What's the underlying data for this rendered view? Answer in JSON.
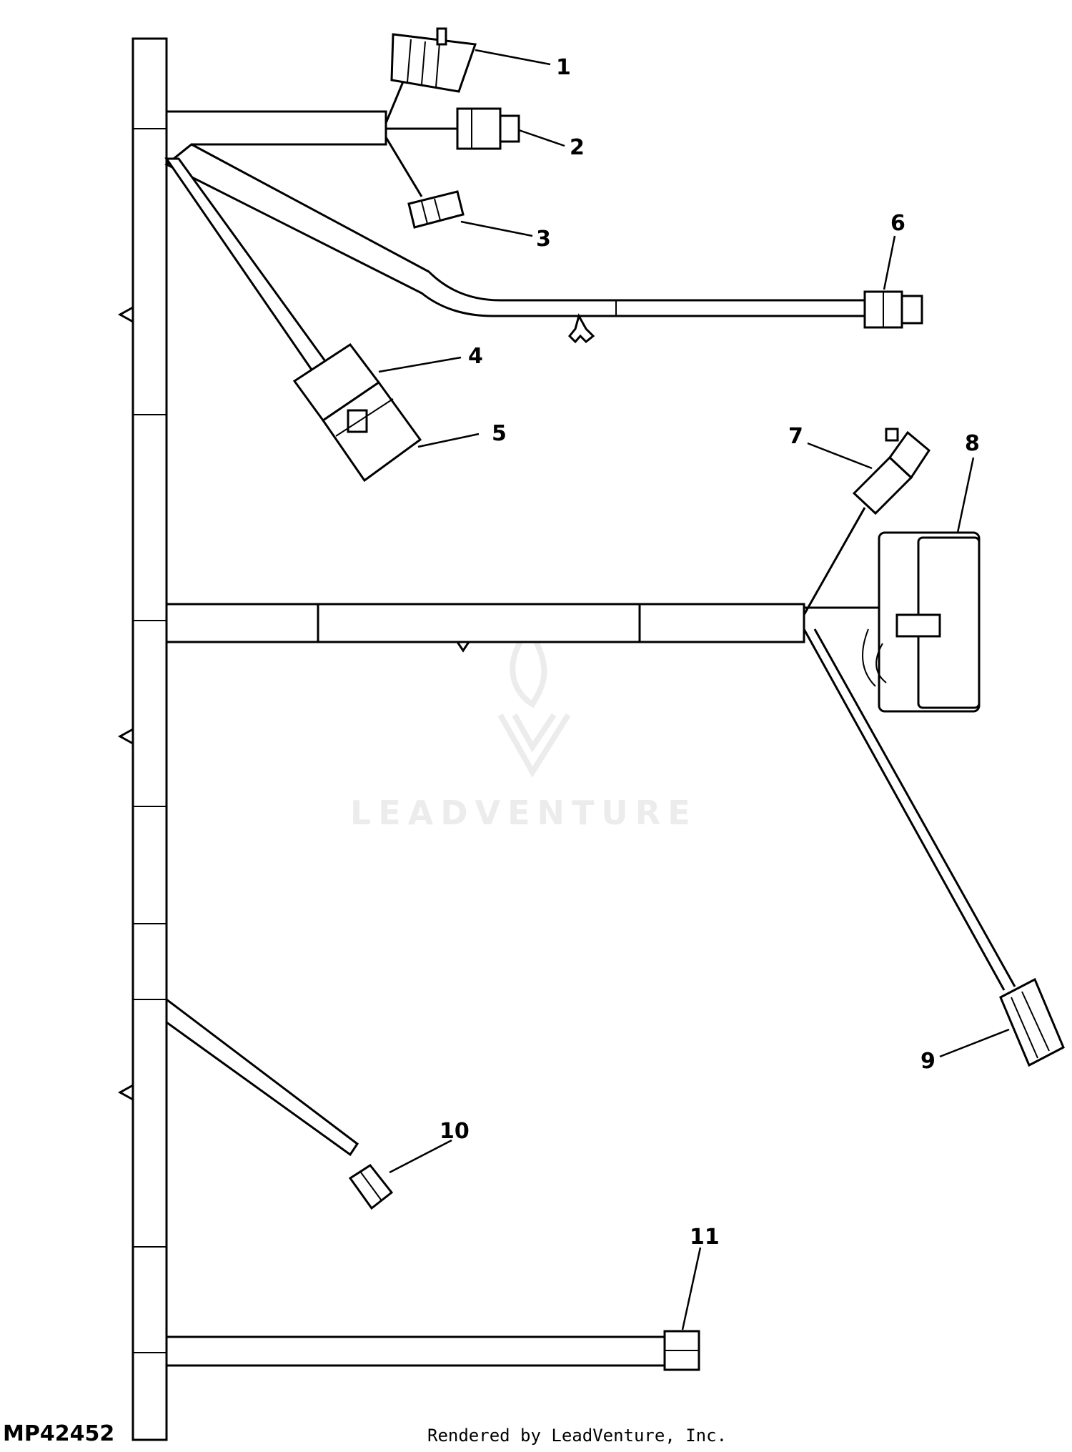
{
  "figure_id": "MP42452",
  "credit": "Rendered by LeadVenture, Inc.",
  "watermark": "LEADVENTURE",
  "callouts": [
    "1",
    "2",
    "3",
    "4",
    "5",
    "6",
    "7",
    "8",
    "9",
    "10",
    "11"
  ],
  "colors": {
    "line": "#000000",
    "background": "#ffffff",
    "watermark": "#ececec"
  }
}
